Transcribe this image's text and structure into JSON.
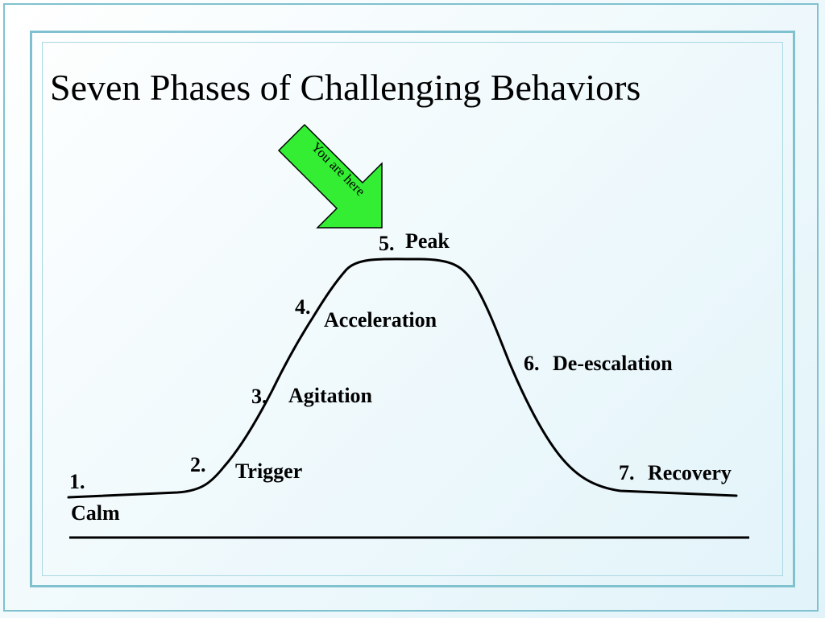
{
  "title": "Seven Phases of Challenging Behaviors",
  "marker": {
    "text": "You are here",
    "color": "#33ee33"
  },
  "phases": [
    {
      "num": "1.",
      "label": "Calm"
    },
    {
      "num": "2.",
      "label": "Trigger"
    },
    {
      "num": "3.",
      "label": "Agitation"
    },
    {
      "num": "4.",
      "label": "Acceleration"
    },
    {
      "num": "5.",
      "label": "Peak"
    },
    {
      "num": "6.",
      "label": "De-escalation"
    },
    {
      "num": "7.",
      "label": "Recovery"
    }
  ]
}
